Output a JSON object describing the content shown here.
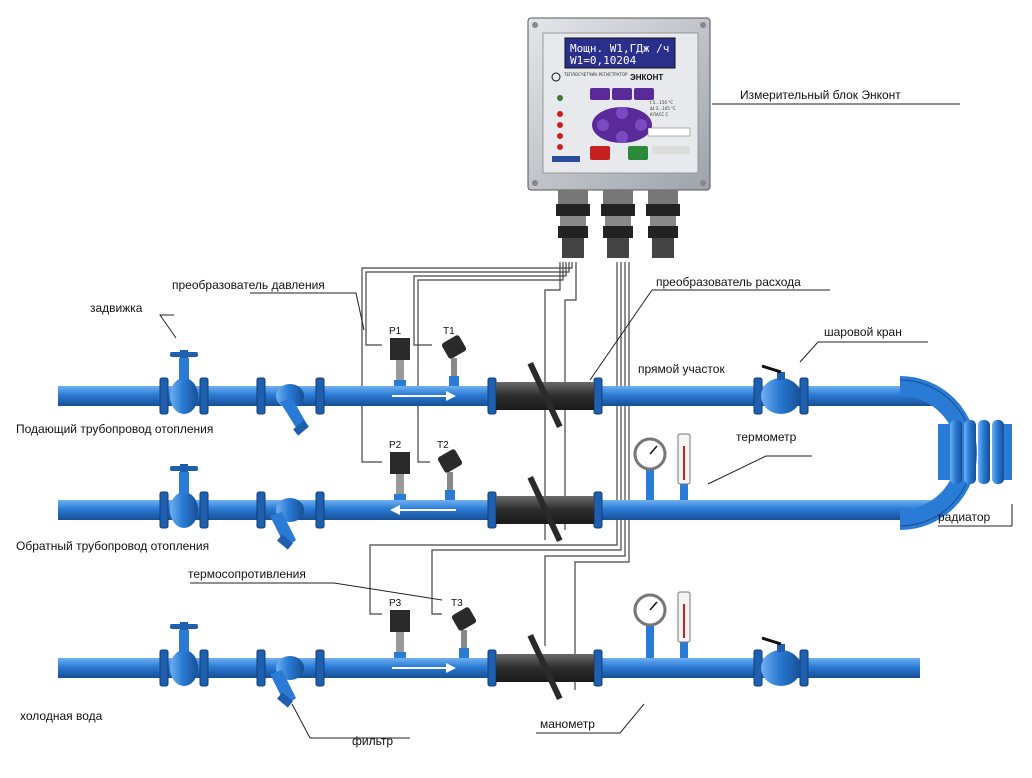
{
  "colors": {
    "pipe": "#2a7bd5",
    "pipe_dark": "#16529a",
    "flow_meter": "#3a3a3a",
    "wire": "#444444",
    "device_body": "#3a3a3a",
    "panel": "#c9ced6",
    "lcd_bg": "#2a2f8c",
    "keypad": "#5a2a9a",
    "btn_red": "#c82020",
    "btn_green": "#2a8a3a"
  },
  "unit": {
    "lcd_line1": "Мощн. W1,ГДж /ч",
    "lcd_line2": "W1=0,10204",
    "brand": "ЭНКОНТ",
    "title_small": "ТЕПЛОСЧЕТЧИК-РЕГИСТРАТОР",
    "label": "Измерительный блок Энконт"
  },
  "sensors": {
    "p1": "P1",
    "t1": "T1",
    "p2": "P2",
    "t2": "T2",
    "p3": "P3",
    "t3": "T3"
  },
  "labels": {
    "pressure_transducer": "преобразователь давления",
    "flow_transducer": "преобразователь расхода",
    "gate_valve": "задвижка",
    "ball_valve": "шаровой кран",
    "straight_section": "прямой участок",
    "supply_pipe": "Подающий трубопровод отопления",
    "return_pipe": "Обратный трубопровод отопления",
    "thermometer": "термометр",
    "radiator": "радиатор",
    "resistance_thermometers": "термосопротивления",
    "cold_water": "холодная вода",
    "manometer": "манометр",
    "filter": "фильтр"
  }
}
